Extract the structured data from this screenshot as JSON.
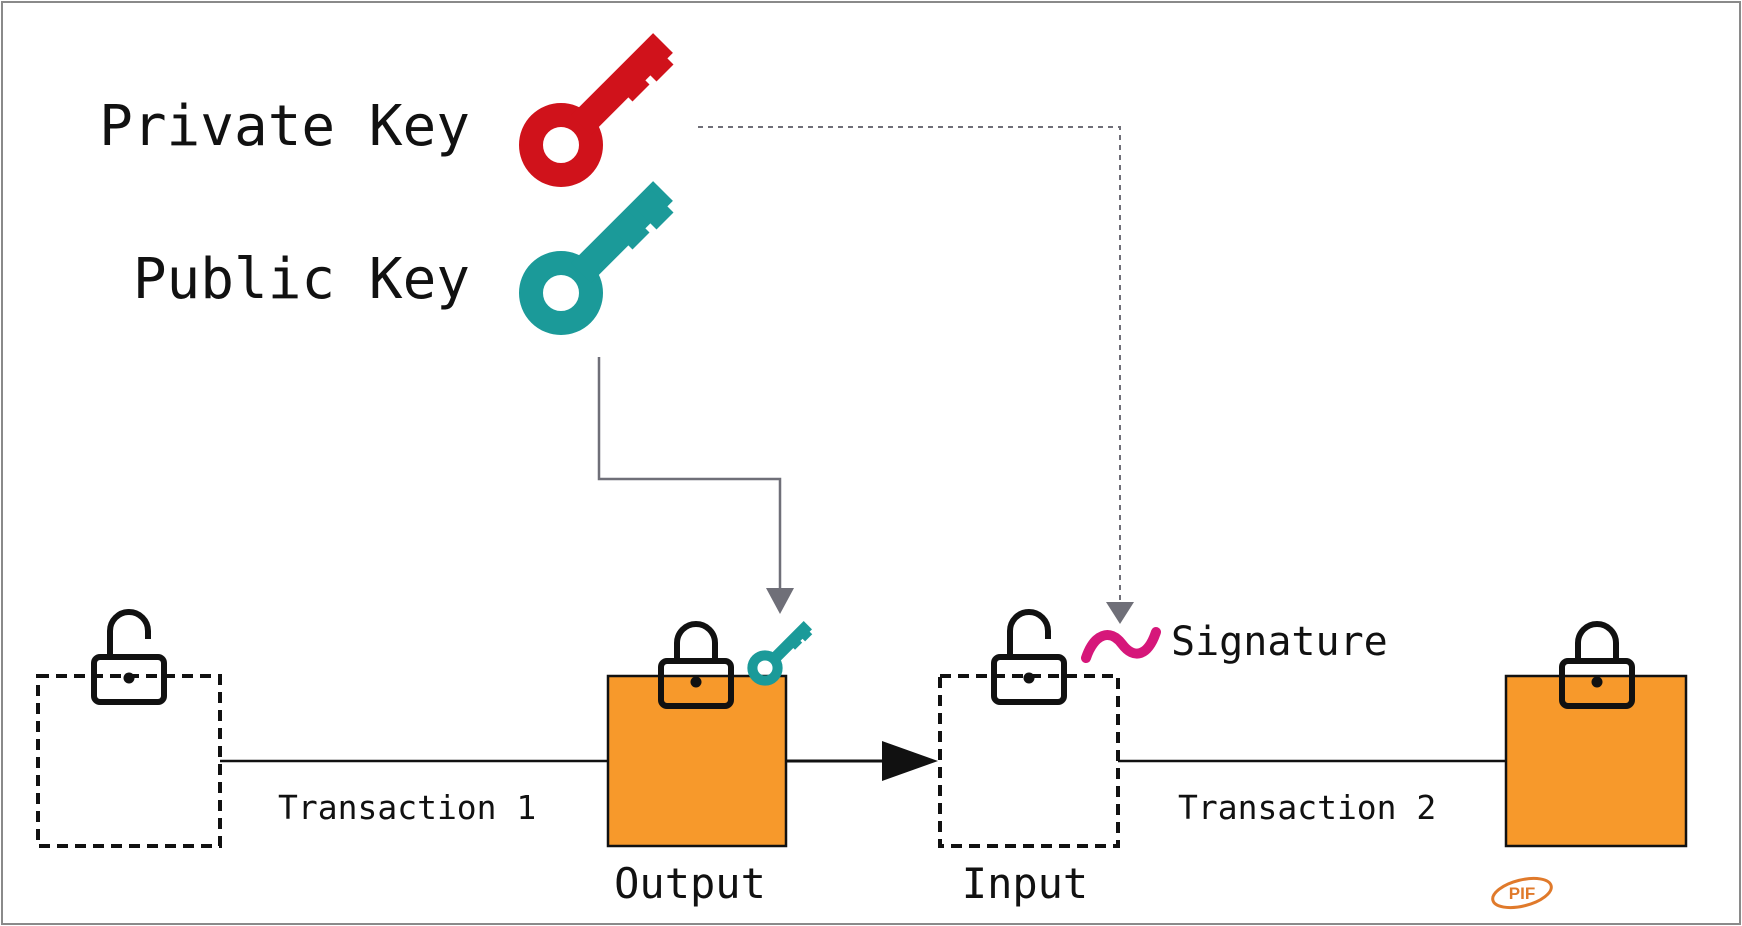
{
  "labels": {
    "private_key": "Private Key",
    "public_key": "Public Key",
    "signature": "Signature",
    "transaction_1": "Transaction 1",
    "transaction_2": "Transaction 2",
    "output": "Output",
    "input": "Input",
    "watermark": "PIF"
  },
  "icons": {
    "private_key": "key-icon",
    "public_key": "key-icon",
    "lock_open": "lock-open-icon",
    "lock_closed": "lock-closed-icon",
    "signature": "tilde-icon"
  },
  "colors": {
    "private_key": "#d0121b",
    "public_key": "#1b9a99",
    "output_box": "#f7992b",
    "signature": "#d6177a",
    "arrow_gray": "#6f6f78"
  }
}
